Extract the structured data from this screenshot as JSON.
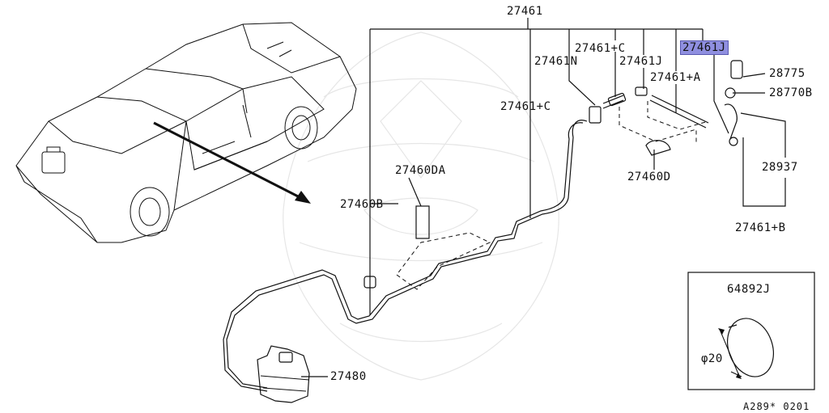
{
  "labels": {
    "p27461": "27461",
    "p27461C_top": "27461+C",
    "p27461N": "27461N",
    "p27461J_mid": "27461J",
    "p27461J_hl": "27461J",
    "p28775": "28775",
    "p28770B": "28770B",
    "p27461A": "27461+A",
    "p27461C_left": "27461+C",
    "p27460DA": "27460DA",
    "p27460D": "27460D",
    "p28937": "28937",
    "p27460B": "27460B",
    "p27461B": "27461+B",
    "p64892J": "64892J",
    "phi20": "φ20",
    "p27480": "27480"
  },
  "footer": "A289* 0201",
  "colors": {
    "highlight": "#8f8fe0",
    "line": "#111111",
    "watermark": "#e6e6e6"
  },
  "icons": [
    "car-illustration",
    "pointer-arrow",
    "washer-tank",
    "hose-line",
    "cap-disc"
  ]
}
